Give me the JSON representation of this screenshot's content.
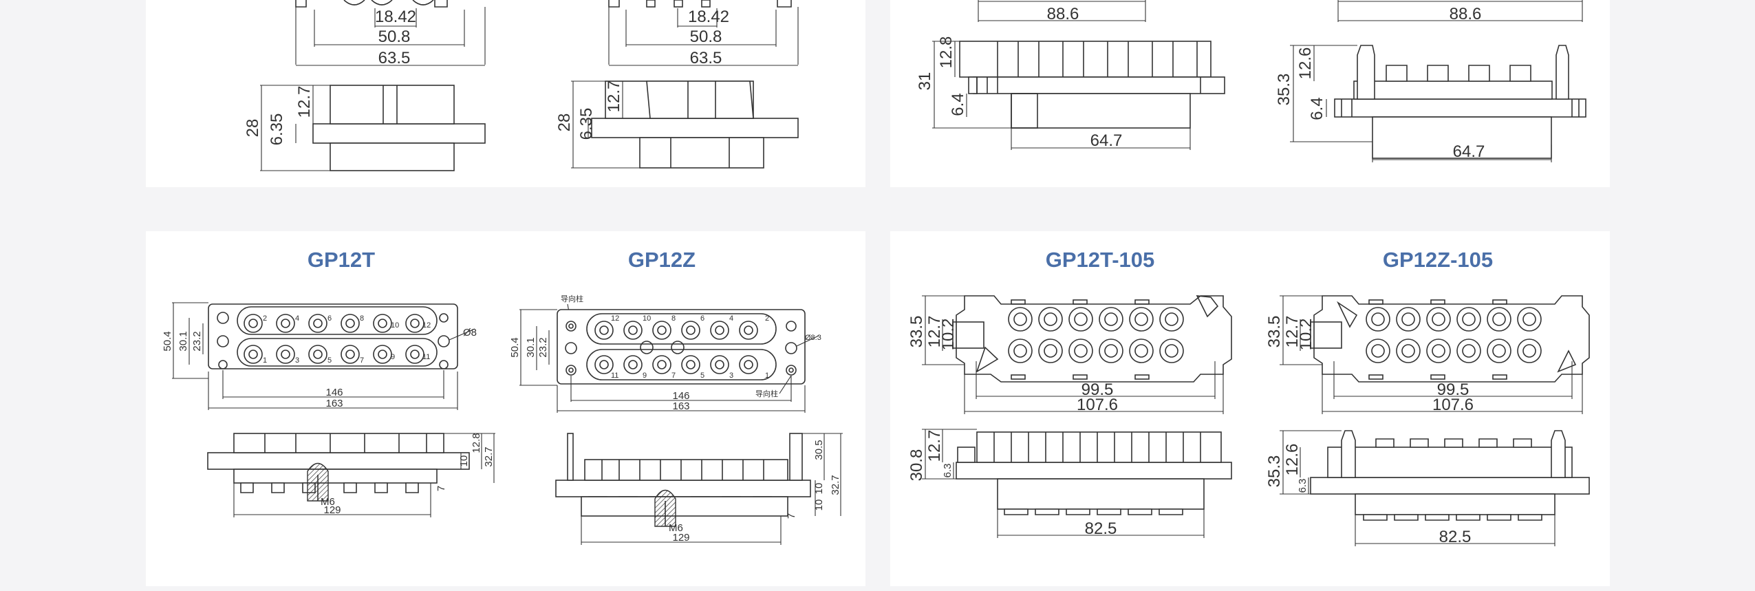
{
  "colors": {
    "title": "#4a6fa8",
    "line": "#333333",
    "panel": "#ffffff",
    "background": "#f4f4f6"
  },
  "top_left": {
    "d1": "18.42",
    "d2": "50.8",
    "d3": "63.5",
    "h1": "28",
    "h2": "6.35",
    "h3": "12.7",
    "e1": "18.42",
    "e2": "50.8",
    "e3": "63.5",
    "k1": "28",
    "k2": "6.35",
    "k3": "12.7"
  },
  "top_right": {
    "w1": "88.6",
    "w2": "88.6",
    "a1": "31",
    "a2": "12.8",
    "a3": "6.4",
    "a4": "64.7",
    "b1": "35.3",
    "b2": "12.6",
    "b3": "6.4",
    "b4": "64.7"
  },
  "gp12t": {
    "title": "GP12T",
    "v1": "50.4",
    "v2": "30.1",
    "v3": "23.2",
    "dia": "Ø8",
    "w1": "146",
    "w2": "163",
    "pins_top": [
      "2",
      "4",
      "6",
      "8",
      "10",
      "12"
    ],
    "pins_bot": [
      "1",
      "3",
      "5",
      "7",
      "9",
      "11"
    ],
    "h1": "12.8",
    "h2": "32.7",
    "h3": "10",
    "h4": "7",
    "thread": "M6",
    "base": "129"
  },
  "gp12z": {
    "title": "GP12Z",
    "guide": "导向柱",
    "guide2": "导向柱",
    "v1": "50.4",
    "v2": "30.1",
    "v3": "23.2",
    "dia": "Ø8.3",
    "w1": "146",
    "w2": "163",
    "pins_top": [
      "12",
      "10",
      "8",
      "6",
      "4",
      "2"
    ],
    "pins_bot": [
      "11",
      "9",
      "7",
      "5",
      "3",
      "1"
    ],
    "h1": "30.5",
    "h2": "32.7",
    "h3": "10",
    "h4": "10",
    "h5": "7",
    "thread": "M6",
    "base": "129"
  },
  "gp12t105": {
    "title": "GP12T-105",
    "v1": "33.5",
    "v2": "12.7",
    "v3": "10.2",
    "w1": "99.5",
    "w2": "107.6",
    "h1": "30.8",
    "h2": "12.7",
    "h3": "6.3",
    "base": "82.5"
  },
  "gp12z105": {
    "title": "GP12Z-105",
    "v1": "33.5",
    "v2": "12.7",
    "v3": "10.2",
    "w1": "99.5",
    "w2": "107.6",
    "h1": "35.3",
    "h2": "12.6",
    "h3": "6.3",
    "base": "82.5"
  }
}
